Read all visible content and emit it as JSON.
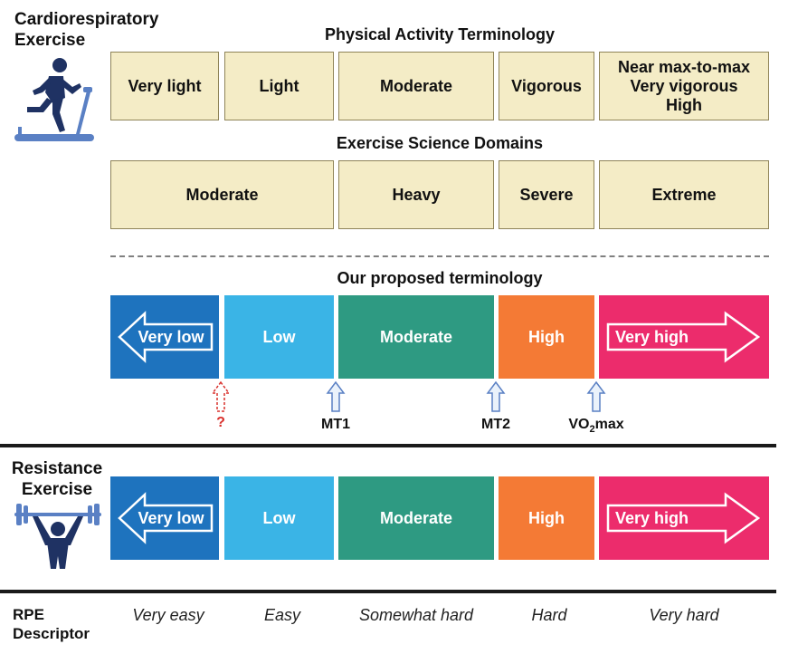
{
  "cardio": {
    "label_line1": "Cardiorespiratory",
    "label_line2": "Exercise",
    "icon": "treadmill-runner-icon"
  },
  "physical_activity": {
    "heading": "Physical Activity Terminology",
    "boxes": [
      "Very light",
      "Light",
      "Moderate",
      "Vigorous",
      "Near max-to-max\nVery vigorous\nHigh"
    ]
  },
  "exercise_science": {
    "heading": "Exercise Science Domains",
    "boxes": [
      "Moderate",
      "Heavy",
      "Severe",
      "Extreme"
    ]
  },
  "proposed": {
    "heading": "Our proposed terminology",
    "boxes": [
      "Very low",
      "Low",
      "Moderate",
      "High",
      "Very high"
    ]
  },
  "markers": {
    "unknown": "?",
    "mt1": "MT1",
    "mt2": "MT2",
    "vo2_prefix": "VO",
    "vo2_sub": "2",
    "vo2_suffix": "max"
  },
  "resistance": {
    "label_line1": "Resistance",
    "label_line2": "Exercise",
    "icon": "weightlifter-icon",
    "boxes": [
      "Very low",
      "Low",
      "Moderate",
      "High",
      "Very high"
    ]
  },
  "rpe": {
    "label_line1": "RPE",
    "label_line2": "Descriptor",
    "descriptors": [
      "Very easy",
      "Easy",
      "Somewhat hard",
      "Hard",
      "Very hard"
    ]
  },
  "colors": {
    "very_low": "#1e73be",
    "low": "#3ab4e6",
    "moderate": "#2e9a82",
    "high": "#f47a35",
    "very_high": "#ec2c6c",
    "tan_fill": "#f4ecc6",
    "tan_border": "#8f8458",
    "icon_navy": "#1f3263",
    "icon_blue": "#5a80c4",
    "question_red": "#d9302c"
  }
}
